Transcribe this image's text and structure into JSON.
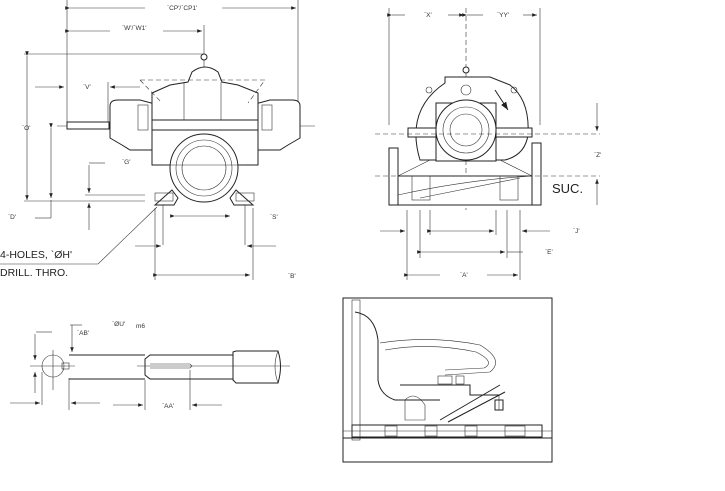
{
  "side_view": {
    "cp": "`CP'/`CP1'",
    "w": "`W'/`W1'",
    "v": "`V'",
    "o": "`O'",
    "g": "`G'",
    "d": "`D'",
    "s": "`S'",
    "b": "`B'",
    "holes_note_1": "4-HOLES, `ØH'",
    "holes_note_2": "DRILL. THRO."
  },
  "end_view": {
    "x": "`X'",
    "yy": "`YY'",
    "z": "`Z'",
    "suc": "SUC.",
    "j": "`J'",
    "e": "`E'",
    "a": "`A'"
  },
  "shaft_detail": {
    "u": "`ØU'",
    "tolerance": "m6",
    "ab": "`AB'",
    "aa": "`AA'"
  }
}
